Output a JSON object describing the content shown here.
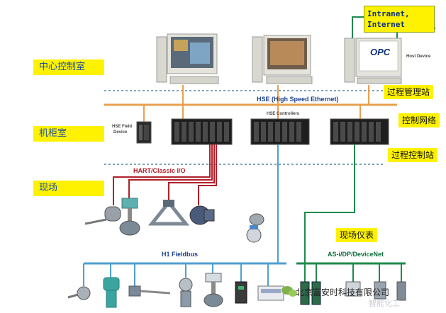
{
  "zones": {
    "control_room": "中心控制室",
    "cabinet_room": "机柜室",
    "field": "现场"
  },
  "tags": {
    "process_management_station": "过程管理站",
    "control_network": "控制网络",
    "process_control_station": "过程控制站",
    "field_instruments": "现场仪表"
  },
  "network": {
    "line1": "Intranet,",
    "line2": "Internet"
  },
  "buses": {
    "hse": "HSE (High Speed Ethernet)",
    "hse_controllers": "HSE Controllers",
    "hse_field_device_1": "HSE Field",
    "hse_field_device_2": "Device",
    "hart": "HART/Classic I/O",
    "h1": "H1 Fieldbus",
    "asi": "AS-i/DP/DeviceNet"
  },
  "host_device": "Host Device",
  "opc_logo": "OPC",
  "footer_company": "北京富安时科技有限公司",
  "watermark": "智能化工",
  "colors": {
    "zone_bg": "#fff200",
    "zone_text": "#1b4fa0",
    "hse_line": "#e8a050",
    "hart_line": "#b1202a",
    "h1_line": "#4f9fd0",
    "asi_line": "#1f8a4c",
    "separator": "#2a6f8f"
  }
}
